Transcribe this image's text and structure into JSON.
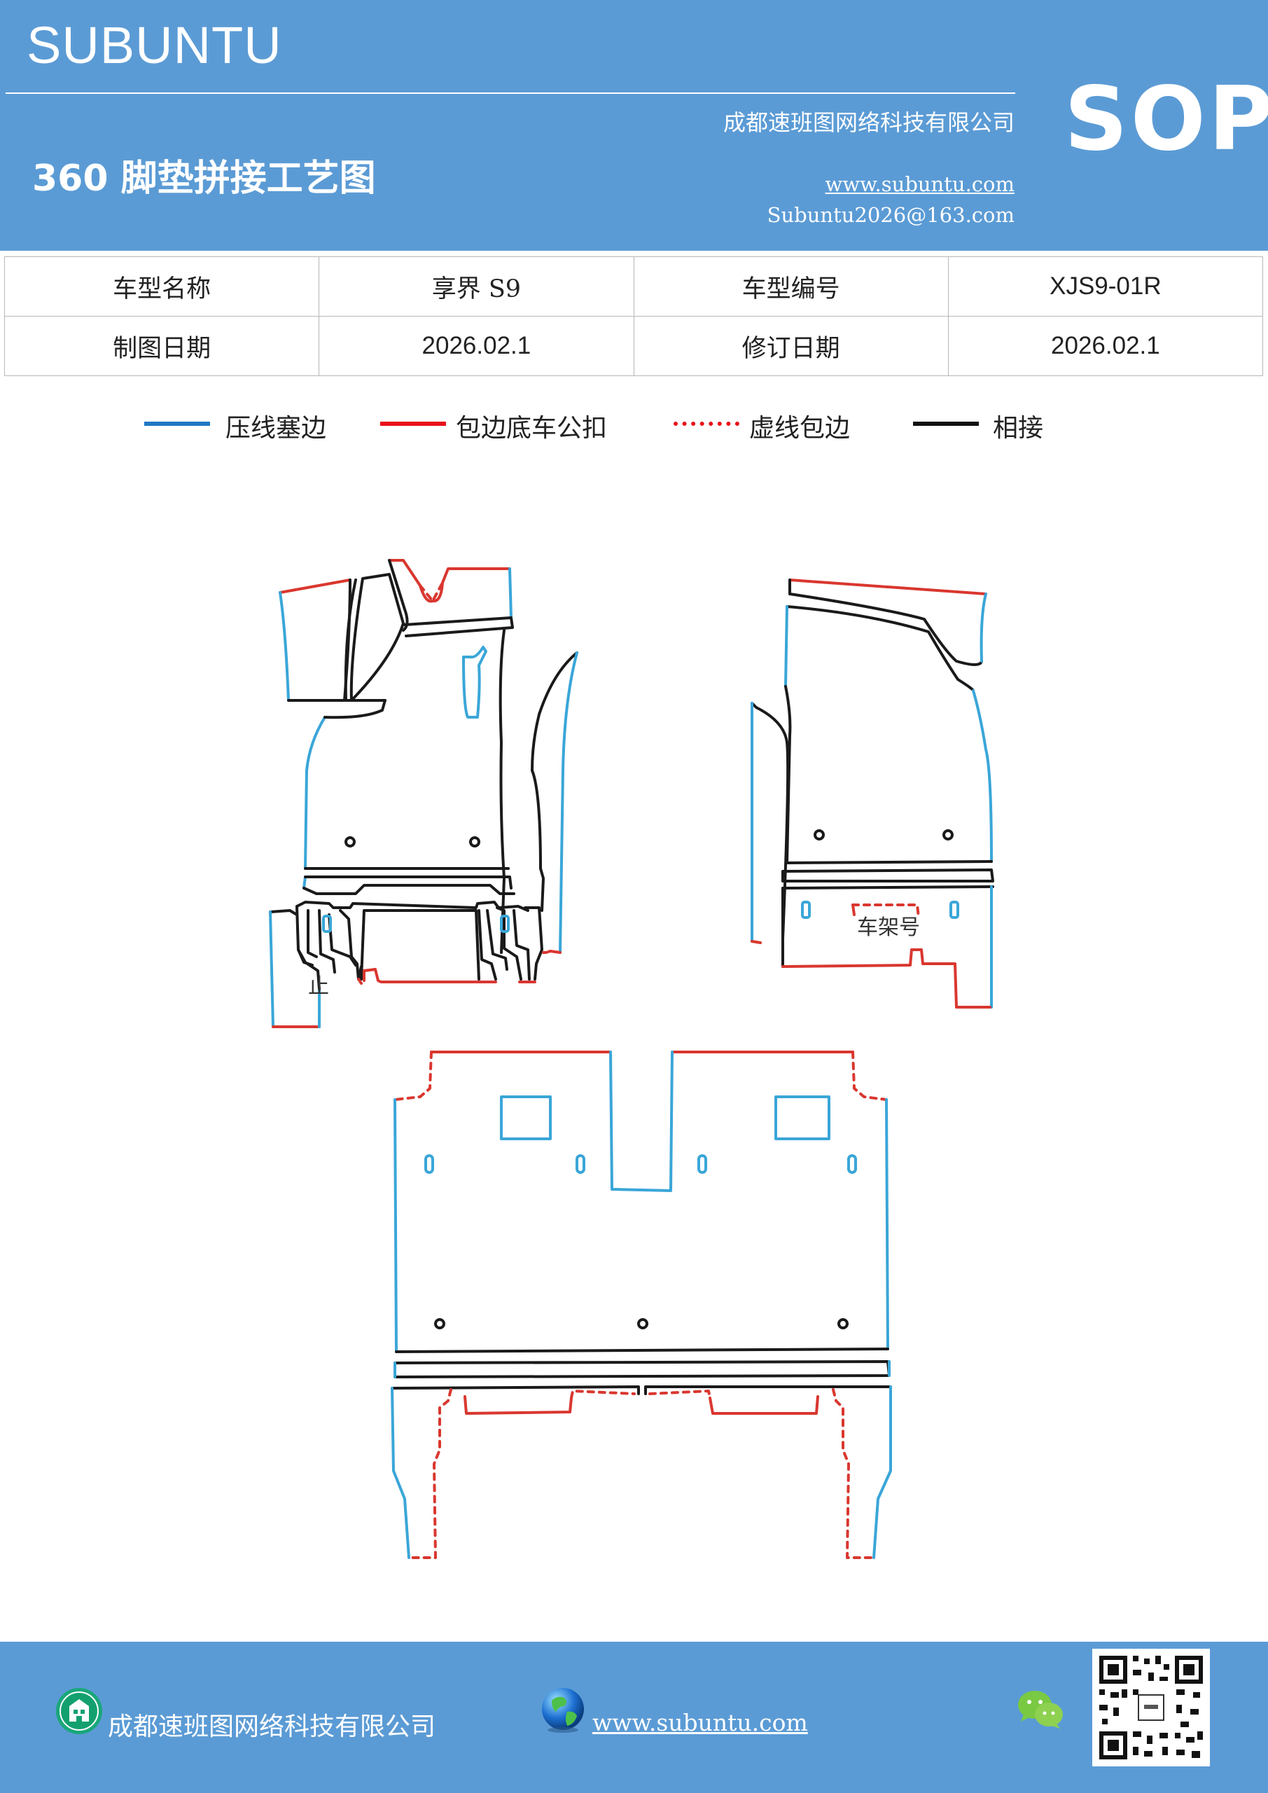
{
  "header": {
    "brand": "SUBUNTU",
    "company": "成都速班图网络科技有限公司",
    "title": "360 脚垫拼接工艺图",
    "website": "www.subuntu.com",
    "email": "Subuntu2026@163.com",
    "badge": "SOP"
  },
  "info_table": {
    "row1": {
      "label_model_name": "车型名称",
      "model_name": "享界 S9",
      "label_model_code": "车型编号",
      "model_code": "XJS9-01R"
    },
    "row2": {
      "label_draw_date": "制图日期",
      "draw_date": "2026.02.1",
      "label_revise_date": "修订日期",
      "revise_date": "2026.02.1"
    }
  },
  "legend": [
    {
      "label": "压线塞边",
      "color": "#1f77c4",
      "style": "solid"
    },
    {
      "label": "包边底车公扣",
      "color": "#e8101a",
      "style": "solid"
    },
    {
      "label": "虚线包边",
      "color": "#e8101a",
      "style": "dashed"
    },
    {
      "label": "相接",
      "color": "#111111",
      "style": "solid"
    }
  ],
  "drawing": {
    "label_stop": "止",
    "label_vin": "车架号",
    "colors": {
      "blue": "#3aa6d8",
      "red": "#d9372f",
      "black": "#1a1a1a"
    }
  },
  "footer": {
    "company": "成都速班图网络科技有限公司",
    "website": "www.subuntu.com",
    "icons": [
      "building-icon",
      "globe-icon",
      "wechat-icon",
      "qr-code"
    ]
  }
}
